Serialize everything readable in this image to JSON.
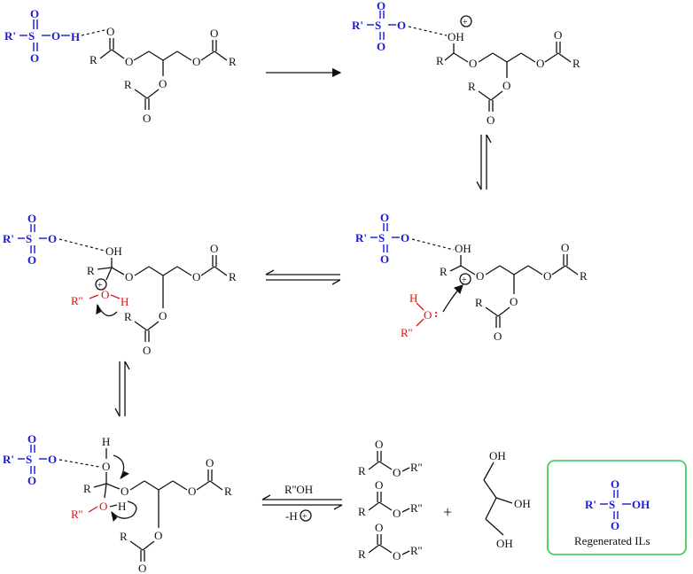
{
  "labels": {
    "R_prime": "R'",
    "S": "S",
    "O": "O",
    "H": "H",
    "OH": "OH",
    "R": "R",
    "R_double_prime": "R''",
    "plus_sign": "+",
    "charge": "+",
    "lone_pair": ":"
  },
  "reagent_top": "R''OH",
  "reagent_bottom": "-H",
  "combine_plus": "+",
  "box_acid": {
    "R_prime": "R'",
    "S": "S",
    "O": "O",
    "OH": "OH"
  },
  "box_caption": "Regenerated ILs",
  "colors": {
    "ionic_liquid": "#1a1ad6",
    "alcohol": "#e01010",
    "box_border": "#2fc94a",
    "bonds": "#111111"
  }
}
